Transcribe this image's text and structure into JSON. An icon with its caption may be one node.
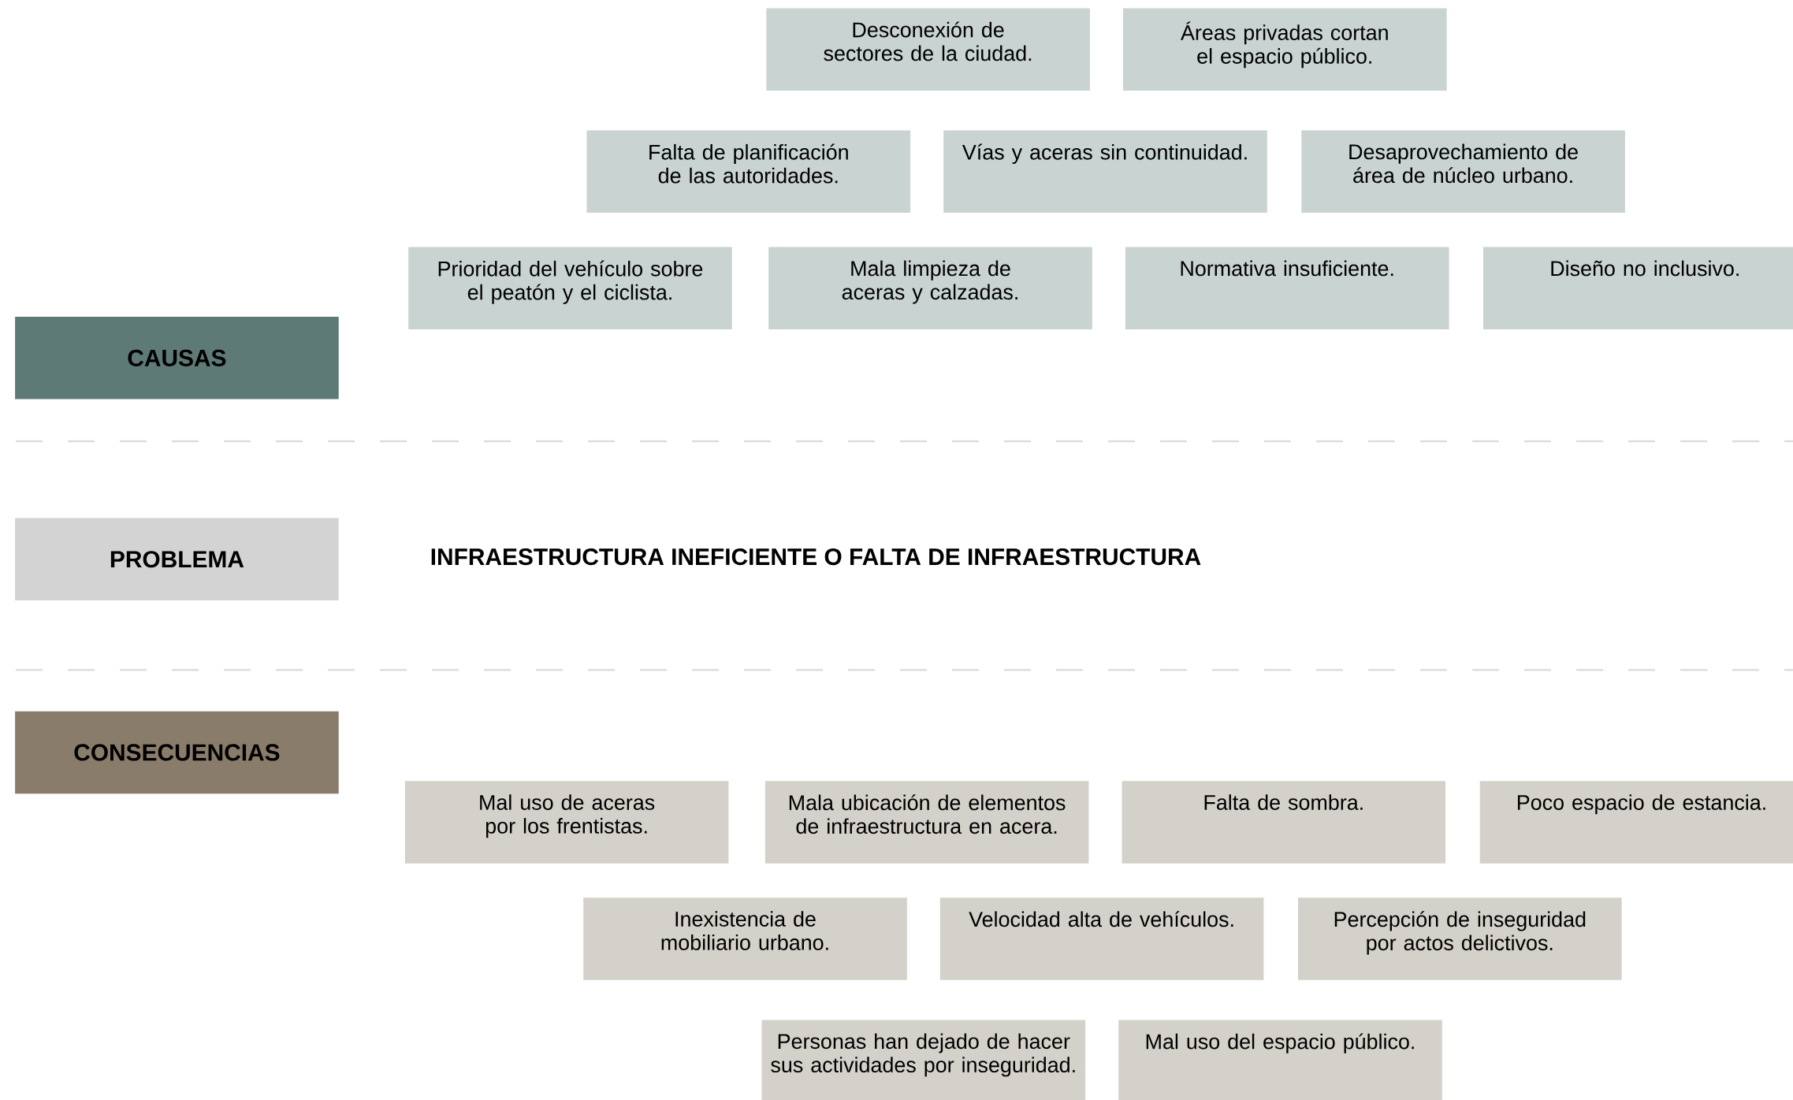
{
  "diagram": {
    "nodes": [
      {
        "text": [
          "Desconexión de sectores de la ciudad."
        ]
      },
      {
        "text": [
          "Áreas privadas cortan el espacio público."
        ]
      },
      {
        "text": [
          "Falta de planificación de las autoridades."
        ]
      },
      {
        "text": [
          "Vías y aceras sin continuidad."
        ]
      },
      {
        "text": [
          "Desaprovechamiento de área de núcleo urbano."
        ]
      },
      {
        "text": [
          "Prioridad del vehículo sobre el peatón y el ciclista."
        ]
      },
      {
        "text": [
          "Mala limpieza de aceras y calzadas."
        ]
      },
      {
        "text": [
          "Normativa insuficiente."
        ]
      },
      {
        "text": [
          "Diseño no inclusivo."
        ]
      },
      {
        "text": [
          "CAUSAS"
        ]
      },
      {
        "text": [
          "PROBLEMA"
        ]
      },
      {
        "text": [
          "CONSECUENCIAS"
        ]
      },
      {
        "text": [
          "Mal uso de aceras por los frentistas."
        ]
      },
      {
        "text": [
          "Mala ubicación de elementos de infraestructura en acera."
        ]
      },
      {
        "text": [
          "Falta de sombra."
        ]
      },
      {
        "text": [
          "Poco espacio de estancia."
        ]
      },
      {
        "text": [
          "Inexistencia de mobiliario urbano."
        ]
      },
      {
        "text": [
          "Velocidad alta de vehículos."
        ]
      },
      {
        "text": [
          "Percepción de inseguridad por actos delictivos."
        ]
      },
      {
        "text": [
          "Personas han dejado de hacer sus actividades por inseguridad."
        ]
      },
      {
        "text": [
          "Mal uso del espacio público."
        ]
      }
    ],
    "labels": [
      "INFRAESTRUCTURA INEFICIENTE O FALTA DE INFRAESTRUCTURA"
    ]
  }
}
